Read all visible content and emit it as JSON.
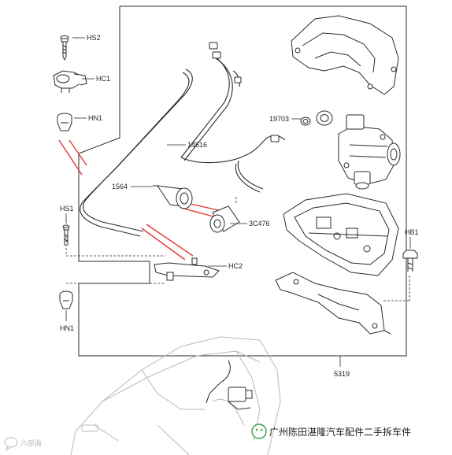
{
  "labels": {
    "hs2": "HS2",
    "hc1": "HC1",
    "hn1_top": "HN1",
    "hs1": "HS1",
    "hn1_bottom": "HN1",
    "p14516": "14516",
    "p1564": "1564",
    "p3c476": "3C476",
    "hc2": "HC2",
    "p19703": "19703",
    "hb1": "HB1",
    "p5319": "5319"
  },
  "watermark": {
    "left": "六部曲",
    "right": "广州陈田湛隆汽车配件二手拆车件"
  },
  "colors": {
    "line": "#2a2a2a",
    "leader": "#e53935",
    "label": "#1f1f1f",
    "car": "#b9b9b9",
    "wechat_green": "#2ea043"
  },
  "icons": {
    "watermark_left_icon": "chat-bubble-icon",
    "watermark_right_icon": "wechat-icon"
  }
}
